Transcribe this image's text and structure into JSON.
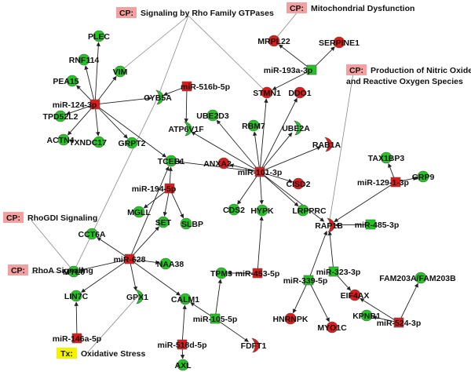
{
  "colors": {
    "up": "#e01919",
    "down": "#1ec81e",
    "cp_box": "#f4a0a0",
    "tx_box": "#f4f200",
    "edge": "#222222",
    "assoc": "#888888"
  },
  "annotations": [
    {
      "id": "cp_rho_gtpases",
      "prefix": "CP:",
      "label": "Signaling by Rho Family GTPases",
      "kind": "cp"
    },
    {
      "id": "cp_mito",
      "prefix": "CP:",
      "label": "Mitochondrial Dysfunction",
      "kind": "cp"
    },
    {
      "id": "cp_nitric",
      "prefix": "CP:",
      "label": "Production of Nitric Oxide",
      "label2": "and Reactive Oxygen Species",
      "kind": "cp"
    },
    {
      "id": "cp_rhogdi",
      "prefix": "CP:",
      "label": "RhoGDI Signaling",
      "kind": "cp"
    },
    {
      "id": "cp_rhoa",
      "prefix": "CP:",
      "label": "RhoA Signaling",
      "kind": "cp"
    },
    {
      "id": "tx_oxidative",
      "prefix": "Tx:",
      "label": "Oxidative Stress",
      "kind": "tx"
    }
  ],
  "nodes": [
    {
      "id": "PLEC",
      "label": "PLEC",
      "color": "down",
      "shape": "circle"
    },
    {
      "id": "RNF114",
      "label": "RNF114",
      "color": "down",
      "shape": "circle"
    },
    {
      "id": "VIM",
      "label": "VIM",
      "color": "down",
      "shape": "circle"
    },
    {
      "id": "PEA15",
      "label": "PEA15",
      "color": "down",
      "shape": "circle"
    },
    {
      "id": "miR124",
      "label": "miR-124-3p",
      "color": "up",
      "shape": "square"
    },
    {
      "id": "TPD52L2",
      "label": "TPD52L2",
      "color": "down",
      "shape": "circle"
    },
    {
      "id": "ACTN4",
      "label": "ACTN4",
      "color": "down",
      "shape": "circle"
    },
    {
      "id": "TXNDC17",
      "label": "TXNDC17",
      "color": "down",
      "shape": "circle"
    },
    {
      "id": "GRPT2",
      "label": "GRPT2",
      "color": "down",
      "shape": "circle"
    },
    {
      "id": "CYB5A",
      "label": "CYB5A",
      "color": "down",
      "shape": "crescent"
    },
    {
      "id": "miR516b",
      "label": "miR-516b-5p",
      "color": "up",
      "shape": "square"
    },
    {
      "id": "ATP6V1F",
      "label": "ATP6V1F",
      "color": "down",
      "shape": "crescent"
    },
    {
      "id": "MRPL22",
      "label": "MRPL22",
      "color": "up",
      "shape": "circle"
    },
    {
      "id": "SERPINE1",
      "label": "SERPINE1",
      "color": "up",
      "shape": "circle"
    },
    {
      "id": "miR193a",
      "label": "miR-193a-3p",
      "color": "down",
      "shape": "square"
    },
    {
      "id": "STMN1",
      "label": "STMN1",
      "color": "up",
      "shape": "circle"
    },
    {
      "id": "DDO1",
      "label": "DDO1",
      "color": "up",
      "shape": "circle"
    },
    {
      "id": "UBE2D3",
      "label": "UBE2D3",
      "color": "down",
      "shape": "circle"
    },
    {
      "id": "RBM7",
      "label": "RBM7",
      "color": "down",
      "shape": "circle"
    },
    {
      "id": "UBE2A",
      "label": "UBE2A",
      "color": "down",
      "shape": "crescent"
    },
    {
      "id": "RAB1A",
      "label": "RAB1A",
      "color": "up",
      "shape": "crescent"
    },
    {
      "id": "ANXA2",
      "label": "ANXA2",
      "color": "up",
      "shape": "circle"
    },
    {
      "id": "miR101",
      "label": "miR-101-3p",
      "color": "up",
      "shape": "square"
    },
    {
      "id": "CISD2",
      "label": "CISD2",
      "color": "up",
      "shape": "circle"
    },
    {
      "id": "TAX1BP3",
      "label": "TAX1BP3",
      "color": "down",
      "shape": "circle"
    },
    {
      "id": "GRP9",
      "label": "GRP9",
      "color": "down",
      "shape": "circle"
    },
    {
      "id": "miR129",
      "label": "miR-129-1-3p",
      "color": "up",
      "shape": "square"
    },
    {
      "id": "miR194",
      "label": "miR-194-5p",
      "color": "up",
      "shape": "square"
    },
    {
      "id": "TCEB1",
      "label": "TCEB1",
      "color": "down",
      "shape": "circle"
    },
    {
      "id": "CDS2",
      "label": "CDS2",
      "color": "down",
      "shape": "circle"
    },
    {
      "id": "HYPK",
      "label": "HYPK",
      "color": "down",
      "shape": "circle"
    },
    {
      "id": "LRPPRC",
      "label": "LRPPRC",
      "color": "down",
      "shape": "circle"
    },
    {
      "id": "RAP1B",
      "label": "RAP1B",
      "color": "up",
      "shape": "crescent"
    },
    {
      "id": "miR485",
      "label": "miR-485-3p",
      "color": "down",
      "shape": "square"
    },
    {
      "id": "MGLL",
      "label": "MGLL",
      "color": "down",
      "shape": "circle"
    },
    {
      "id": "SET",
      "label": "SET",
      "color": "down",
      "shape": "circle"
    },
    {
      "id": "SLBP",
      "label": "SLBP",
      "color": "down",
      "shape": "circle"
    },
    {
      "id": "CCT6A",
      "label": "CCT6A",
      "color": "down",
      "shape": "circle"
    },
    {
      "id": "miR628",
      "label": "miR-628",
      "color": "up",
      "shape": "square"
    },
    {
      "id": "NAA38",
      "label": "NAA38",
      "color": "down",
      "shape": "circle"
    },
    {
      "id": "MYL6",
      "label": "MYL6",
      "color": "down",
      "shape": "circle"
    },
    {
      "id": "TPM3",
      "label": "TPM3",
      "color": "down",
      "shape": "circle"
    },
    {
      "id": "miR453",
      "label": "miR-453-5p",
      "color": "up",
      "shape": "square"
    },
    {
      "id": "miR339",
      "label": "miR-339-5p",
      "color": "down",
      "shape": "square"
    },
    {
      "id": "miR323",
      "label": "miR-323-3p",
      "color": "down",
      "shape": "square"
    },
    {
      "id": "FAM203",
      "label": "FAM203A/FAM203B",
      "color": "down",
      "shape": "circle"
    },
    {
      "id": "EIF4AX",
      "label": "EIF4AX",
      "color": "up",
      "shape": "circle"
    },
    {
      "id": "LIN7C",
      "label": "LIN7C",
      "color": "down",
      "shape": "circle"
    },
    {
      "id": "GPX1",
      "label": "GPX1",
      "color": "down",
      "shape": "crescent"
    },
    {
      "id": "CALM1",
      "label": "CALM1",
      "color": "down",
      "shape": "circle"
    },
    {
      "id": "miR105",
      "label": "miR-105-5p",
      "color": "down",
      "shape": "square"
    },
    {
      "id": "HNRNPK",
      "label": "HNRNPK",
      "color": "up",
      "shape": "circle"
    },
    {
      "id": "MYO1C",
      "label": "MYO1C",
      "color": "up",
      "shape": "circle"
    },
    {
      "id": "KPNB1",
      "label": "KPNB1",
      "color": "down",
      "shape": "circle"
    },
    {
      "id": "miR524",
      "label": "miR-524-3p",
      "color": "up",
      "shape": "square"
    },
    {
      "id": "miR146a",
      "label": "miR-146a-5p",
      "color": "up",
      "shape": "square"
    },
    {
      "id": "miR518d",
      "label": "miR-518d-5p",
      "color": "up",
      "shape": "square"
    },
    {
      "id": "FDFT1",
      "label": "FDFT1",
      "color": "up",
      "shape": "crescent"
    },
    {
      "id": "AXL",
      "label": "AXL",
      "color": "down",
      "shape": "circle"
    }
  ],
  "edges": [
    {
      "from": "miR124",
      "to": "PLEC"
    },
    {
      "from": "miR124",
      "to": "RNF114"
    },
    {
      "from": "miR124",
      "to": "VIM"
    },
    {
      "from": "miR124",
      "to": "PEA15"
    },
    {
      "from": "miR124",
      "to": "TPD52L2"
    },
    {
      "from": "miR124",
      "to": "ACTN4"
    },
    {
      "from": "miR124",
      "to": "TXNDC17"
    },
    {
      "from": "miR124",
      "to": "GRPT2"
    },
    {
      "from": "miR124",
      "to": "CYB5A"
    },
    {
      "from": "miR124",
      "to": "TCEB1"
    },
    {
      "from": "miR516b",
      "to": "CYB5A"
    },
    {
      "from": "miR516b",
      "to": "ATP6V1F"
    },
    {
      "from": "miR193a",
      "to": "MRPL22"
    },
    {
      "from": "miR193a",
      "to": "SERPINE1"
    },
    {
      "from": "miR193a",
      "to": "STMN1"
    },
    {
      "from": "miR101",
      "to": "STMN1"
    },
    {
      "from": "miR101",
      "to": "DDO1"
    },
    {
      "from": "miR101",
      "to": "UBE2D3"
    },
    {
      "from": "miR101",
      "to": "RBM7"
    },
    {
      "from": "miR101",
      "to": "UBE2A"
    },
    {
      "from": "miR101",
      "to": "RAB1A"
    },
    {
      "from": "miR101",
      "to": "ANXA2"
    },
    {
      "from": "miR101",
      "to": "CISD2"
    },
    {
      "from": "miR101",
      "to": "ATP6V1F"
    },
    {
      "from": "miR101",
      "to": "TCEB1"
    },
    {
      "from": "miR101",
      "to": "CDS2"
    },
    {
      "from": "miR101",
      "to": "HYPK"
    },
    {
      "from": "miR101",
      "to": "LRPPRC"
    },
    {
      "from": "miR101",
      "to": "RAP1B"
    },
    {
      "from": "miR129",
      "to": "TAX1BP3"
    },
    {
      "from": "miR129",
      "to": "GRP9"
    },
    {
      "from": "miR129",
      "to": "RAP1B"
    },
    {
      "from": "miR485",
      "to": "RAP1B"
    },
    {
      "from": "miR194",
      "to": "TCEB1"
    },
    {
      "from": "miR194",
      "to": "MGLL"
    },
    {
      "from": "miR194",
      "to": "SET"
    },
    {
      "from": "miR194",
      "to": "SLBP"
    },
    {
      "from": "miR628",
      "to": "TCEB1"
    },
    {
      "from": "miR628",
      "to": "SET"
    },
    {
      "from": "miR628",
      "to": "CCT6A"
    },
    {
      "from": "miR628",
      "to": "NAA38"
    },
    {
      "from": "miR628",
      "to": "MYL6"
    },
    {
      "from": "miR628",
      "to": "LIN7C"
    },
    {
      "from": "miR628",
      "to": "GPX1"
    },
    {
      "from": "miR628",
      "to": "CALM1"
    },
    {
      "from": "miR453",
      "to": "TPM3"
    },
    {
      "from": "miR453",
      "to": "HYPK"
    },
    {
      "from": "miR339",
      "to": "RAP1B"
    },
    {
      "from": "miR339",
      "to": "HNRNPK"
    },
    {
      "from": "miR339",
      "to": "MYO1C"
    },
    {
      "from": "miR323",
      "to": "RAP1B"
    },
    {
      "from": "miR323",
      "to": "EIF4AX"
    },
    {
      "from": "miR524",
      "to": "EIF4AX"
    },
    {
      "from": "miR524",
      "to": "KPNB1"
    },
    {
      "from": "miR524",
      "to": "FAM203"
    },
    {
      "from": "miR105",
      "to": "TPM3"
    },
    {
      "from": "miR105",
      "to": "CALM1"
    },
    {
      "from": "miR105",
      "to": "FDFT1"
    },
    {
      "from": "miR146a",
      "to": "LIN7C"
    },
    {
      "from": "miR518d",
      "to": "CALM1"
    },
    {
      "from": "miR518d",
      "to": "AXL"
    }
  ],
  "associations": [
    {
      "from": "cp_rho_gtpases",
      "to": "VIM"
    },
    {
      "from": "cp_rho_gtpases",
      "to": "CYB5A"
    },
    {
      "from": "cp_rho_gtpases",
      "to": "STMN1"
    },
    {
      "from": "cp_mito",
      "to": "MRPL22"
    },
    {
      "from": "cp_nitric",
      "to": "RAP1B"
    },
    {
      "from": "cp_rhogdi",
      "to": "MYL6"
    },
    {
      "from": "cp_rhoa",
      "to": "MYL6"
    },
    {
      "from": "tx_oxidative",
      "to": "GPX1"
    },
    {
      "from": "CYB5A",
      "to": "MYL6"
    }
  ]
}
